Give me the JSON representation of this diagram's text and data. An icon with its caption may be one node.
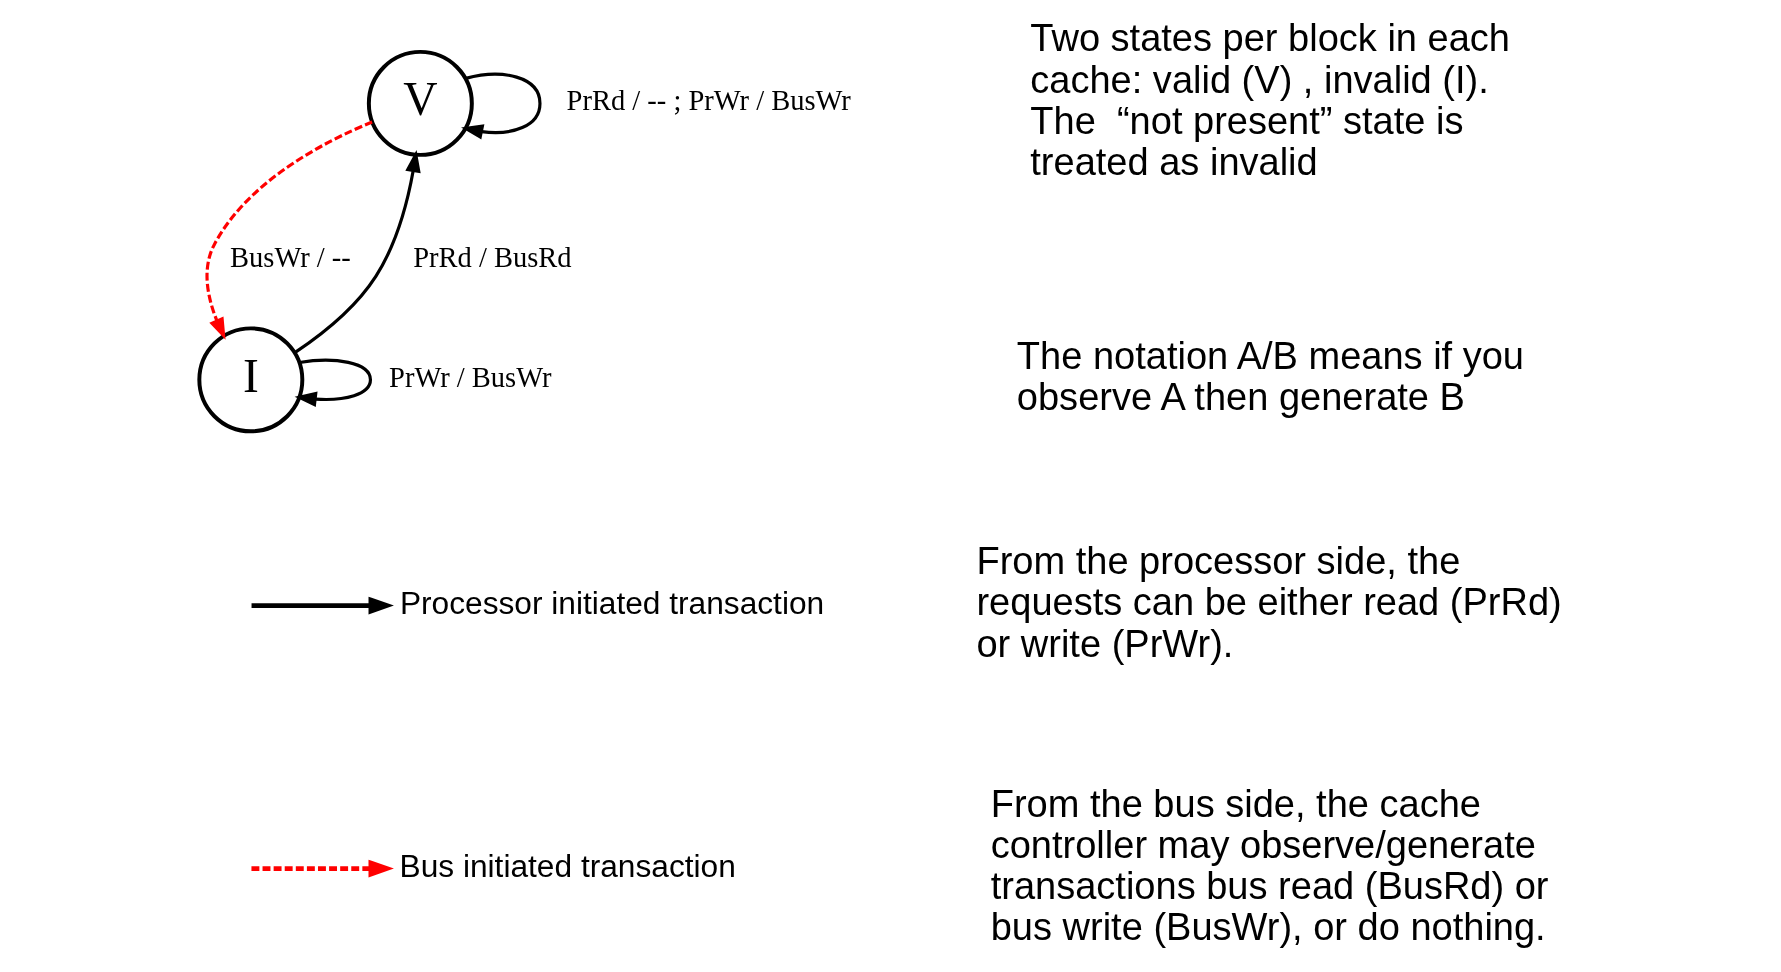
{
  "diagram": {
    "nodes": [
      {
        "text": [
          "V"
        ]
      },
      {
        "text": [
          "I"
        ]
      }
    ],
    "edges": [
      {
        "from": 0,
        "to": 0,
        "arrow": "to",
        "label": "PrRd / -- ; PrWr / BusWr"
      },
      {
        "from": 0,
        "to": 1,
        "arrow": "to",
        "label": "BusWr / --",
        "style": "dashed",
        "color": "#ff0000"
      },
      {
        "from": 1,
        "to": 0,
        "arrow": "to",
        "label": "PrRd / BusRd"
      },
      {
        "from": 1,
        "to": 1,
        "arrow": "to",
        "label": "PrWr / BusWr"
      }
    ],
    "labels": [
      "Two states per block in each cache: valid (V) , invalid (I). The  “not present” state is treated as invalid",
      "The notation A/B means if you observe A then generate B",
      "From the processor side, the requests can be either read (PrRd) or write (PrWr).",
      "From the bus side, the cache controller may observe/generate transactions bus read (BusRd) or bus write (BusWr), or do nothing."
    ],
    "legend": [
      {
        "text": "Processor initiated transaction"
      },
      {
        "text": "Bus initiated transaction"
      }
    ]
  }
}
